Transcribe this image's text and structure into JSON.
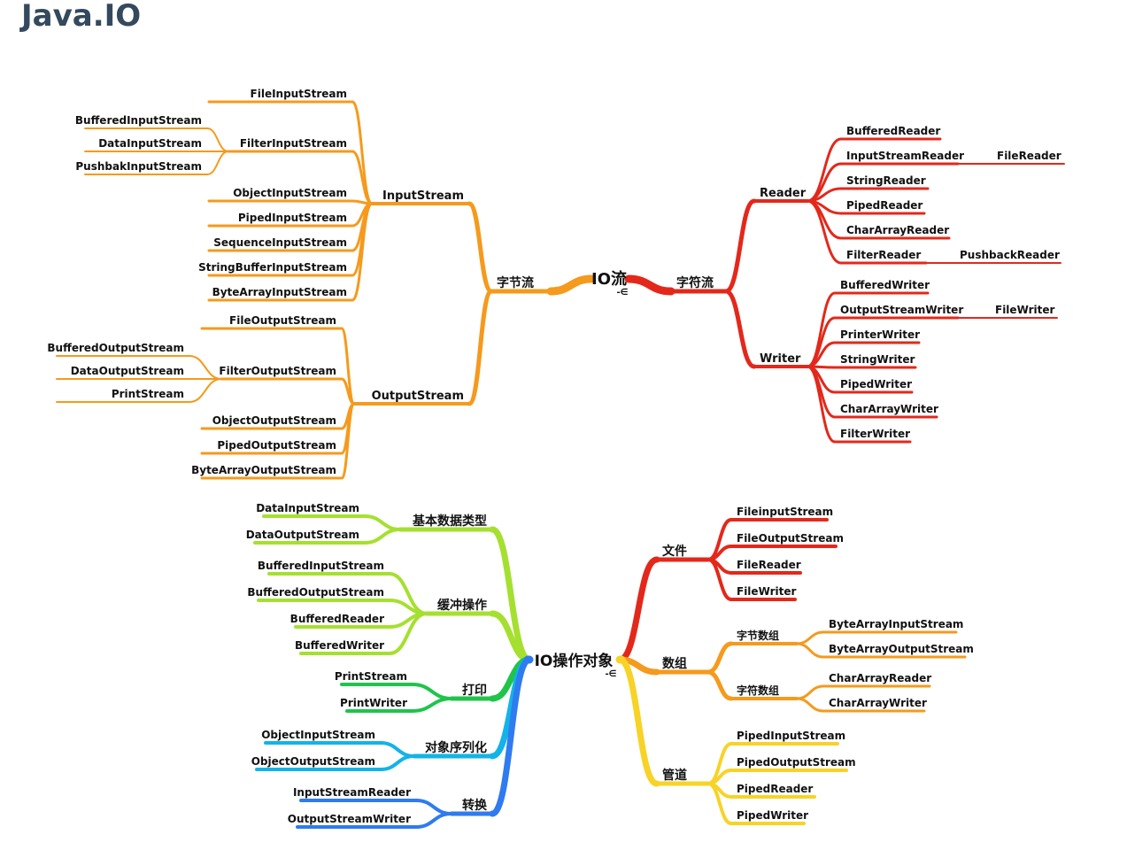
{
  "page": {
    "title": "Java.IO"
  },
  "colors": {
    "orange": "#f59a1c",
    "red": "#e3281b",
    "green_yellow": "#a5e030",
    "green": "#1fc44a",
    "cyan": "#13b3e8",
    "blue": "#2f7bf0",
    "yellow": "#f7d327"
  },
  "map1": {
    "root": {
      "label": "IO流",
      "collapse": "-∈"
    },
    "byte_stream": {
      "label": "字节流",
      "input": {
        "label": "InputStream",
        "children": [
          {
            "label": "FileInputStream"
          },
          {
            "label": "FilterInputStream",
            "children": [
              "BufferedInputStream",
              "DataInputStream",
              "PushbakInputStream"
            ]
          },
          {
            "label": "ObjectInputStream"
          },
          {
            "label": "PipedInputStream"
          },
          {
            "label": "SequenceInputStream"
          },
          {
            "label": "StringBufferInputStream"
          },
          {
            "label": "ByteArrayInputStream"
          }
        ]
      },
      "output": {
        "label": "OutputStream",
        "children": [
          {
            "label": "FileOutputStream"
          },
          {
            "label": "FilterOutputStream",
            "children": [
              "BufferedOutputStream",
              "DataOutputStream",
              "PrintStream"
            ]
          },
          {
            "label": "ObjectOutputStream"
          },
          {
            "label": "PipedOutputStream"
          },
          {
            "label": "ByteArrayOutputStream"
          }
        ]
      }
    },
    "char_stream": {
      "label": "字符流",
      "reader": {
        "label": "Reader",
        "children": [
          {
            "label": "BufferedReader"
          },
          {
            "label": "InputStreamReader",
            "child": "FileReader"
          },
          {
            "label": "StringReader"
          },
          {
            "label": "PipedReader"
          },
          {
            "label": "CharArrayReader"
          },
          {
            "label": "FilterReader",
            "child": "PushbackReader"
          }
        ]
      },
      "writer": {
        "label": "Writer",
        "children": [
          {
            "label": "BufferedWriter"
          },
          {
            "label": "OutputStreamWriter",
            "child": "FileWriter"
          },
          {
            "label": "PrinterWriter"
          },
          {
            "label": "StringWriter"
          },
          {
            "label": "PipedWriter"
          },
          {
            "label": "CharArrayWriter"
          },
          {
            "label": "FilterWriter"
          }
        ]
      }
    }
  },
  "map2": {
    "root": {
      "label": "IO操作对象",
      "collapse": "-∈"
    },
    "left": [
      {
        "label": "基本数据类型",
        "children": [
          "DataInputStream",
          "DataOutputStream"
        ]
      },
      {
        "label": "缓冲操作",
        "children": [
          "BufferedInputStream",
          "BufferedOutputStream",
          "BufferedReader",
          "BufferedWriter"
        ]
      },
      {
        "label": "打印",
        "children": [
          "PrintStream",
          "PrintWriter"
        ]
      },
      {
        "label": "对象序列化",
        "children": [
          "ObjectInputStream",
          "ObjectOutputStream"
        ]
      },
      {
        "label": "转换",
        "children": [
          "InputStreamReader",
          "OutputStreamWriter"
        ]
      }
    ],
    "right": [
      {
        "label": "文件",
        "children": [
          "FileinputStream",
          "FileOutputStream",
          "FileReader",
          "FileWriter"
        ]
      },
      {
        "label": "数组",
        "groups": [
          {
            "label": "字节数组",
            "children": [
              "ByteArrayInputStream",
              "ByteArrayOutputStream"
            ]
          },
          {
            "label": "字符数组",
            "children": [
              "CharArrayReader",
              "CharArrayWriter"
            ]
          }
        ]
      },
      {
        "label": "管道",
        "children": [
          "PipedInputStream",
          "PipedOutputStream",
          "PipedReader",
          "PipedWriter"
        ]
      }
    ]
  }
}
